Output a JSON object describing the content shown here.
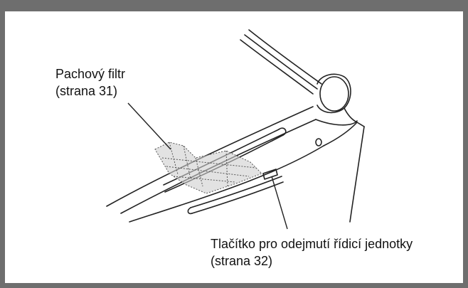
{
  "colors": {
    "frame": "#6e6e6e",
    "line": "#222222",
    "filter_fill": "#cfcfcf",
    "text": "#111111"
  },
  "callouts": {
    "odor_filter": {
      "title": "Pachový filtr",
      "ref": "(strana 31)"
    },
    "control_unit_release_button": {
      "title": "Tlačítko pro odejmutí řídicí jednotky",
      "ref": "(strana 32)"
    }
  }
}
